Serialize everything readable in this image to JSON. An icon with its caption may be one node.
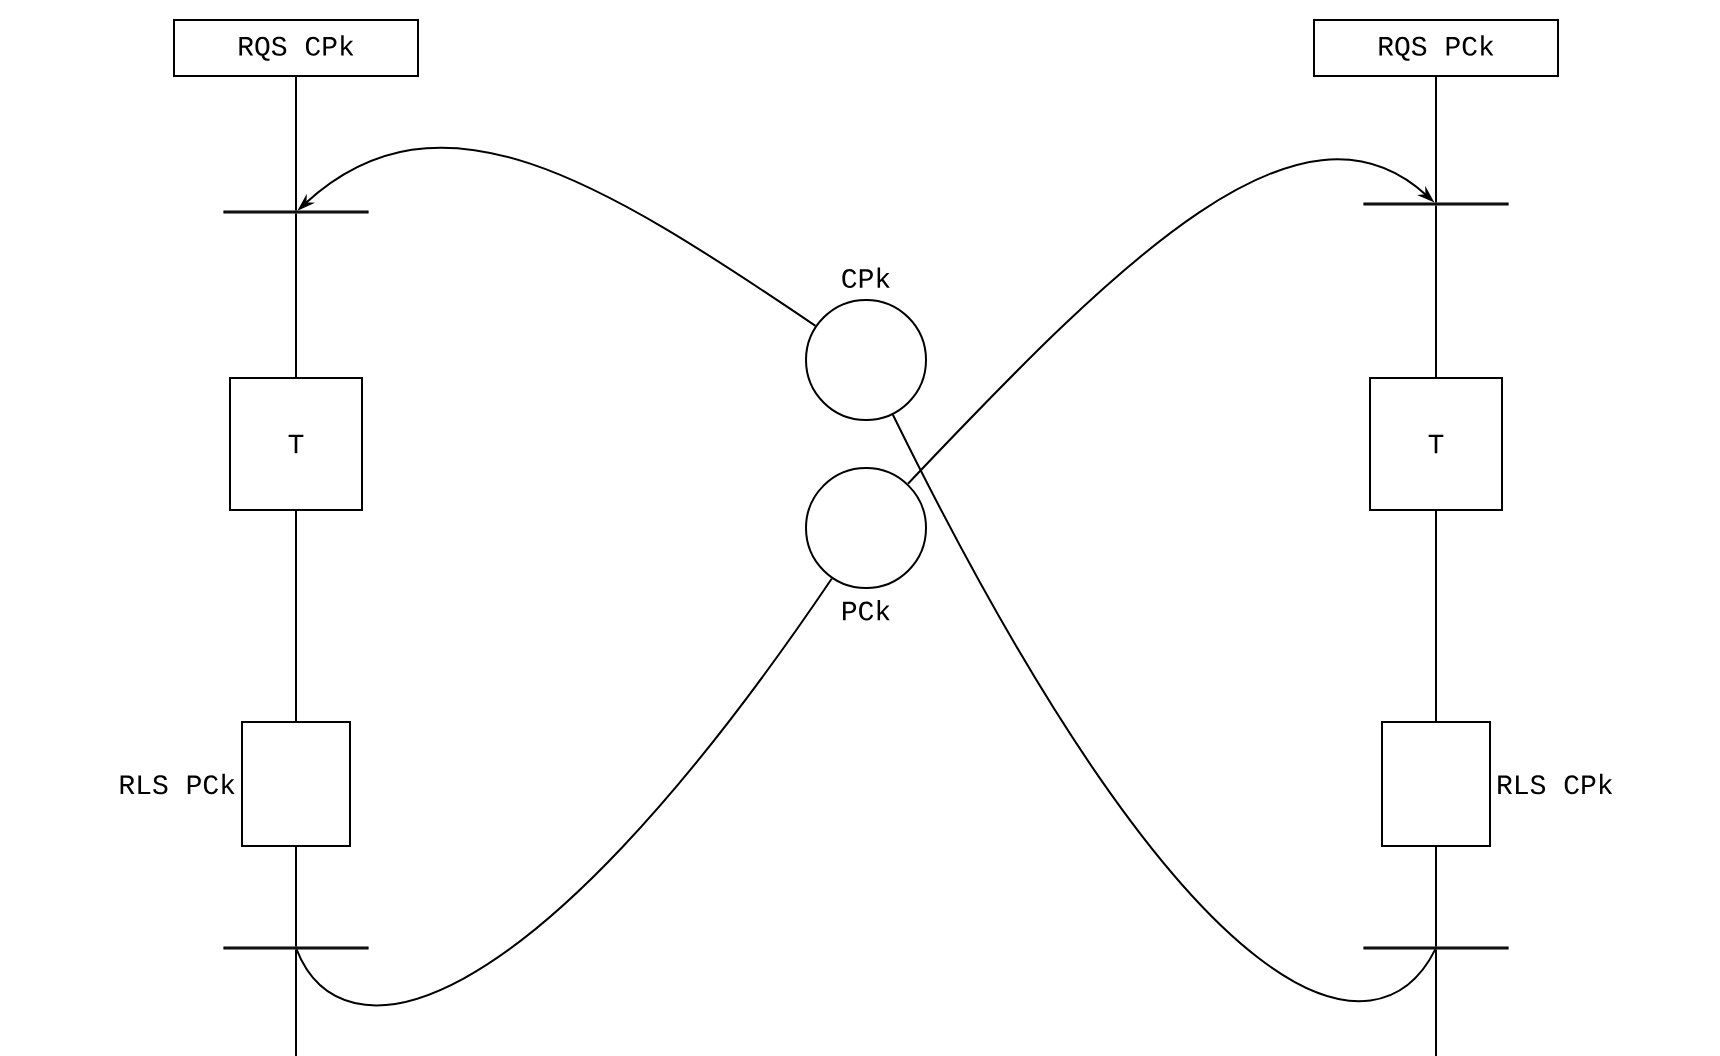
{
  "diagram": {
    "nodes": [
      {
        "text": [
          "RQS CPk"
        ]
      },
      {
        "text": [],
        "shape": "bar"
      },
      {
        "text": [
          "T"
        ]
      },
      {
        "text": [
          "RLS PCk"
        ]
      },
      {
        "text": [],
        "shape": "bar"
      },
      {
        "text": [
          "CPk"
        ]
      },
      {
        "text": [
          "PCk"
        ]
      },
      {
        "text": [
          "RQS PCk"
        ]
      },
      {
        "text": [],
        "shape": "bar"
      },
      {
        "text": [
          "T"
        ]
      },
      {
        "text": [
          "RLS CPk"
        ]
      },
      {
        "text": [],
        "shape": "bar"
      }
    ],
    "edges": [
      {
        "from": 0,
        "to": 1,
        "arrow": "none"
      },
      {
        "from": 1,
        "to": 2,
        "arrow": "none"
      },
      {
        "from": 2,
        "to": 3,
        "arrow": "none"
      },
      {
        "from": 3,
        "to": 4,
        "arrow": "none"
      },
      {
        "from": 4,
        "to": null,
        "arrow": "none"
      },
      {
        "from": 7,
        "to": 8,
        "arrow": "none"
      },
      {
        "from": 8,
        "to": 9,
        "arrow": "none"
      },
      {
        "from": 9,
        "to": 10,
        "arrow": "none"
      },
      {
        "from": 10,
        "to": 11,
        "arrow": "none"
      },
      {
        "from": 11,
        "to": null,
        "arrow": "none"
      },
      {
        "from": 5,
        "to": 1,
        "arrow": "to"
      },
      {
        "from": 6,
        "to": 8,
        "arrow": "to"
      },
      {
        "from": 4,
        "to": 6,
        "arrow": "none"
      },
      {
        "from": 11,
        "to": 5,
        "arrow": "none"
      }
    ]
  }
}
